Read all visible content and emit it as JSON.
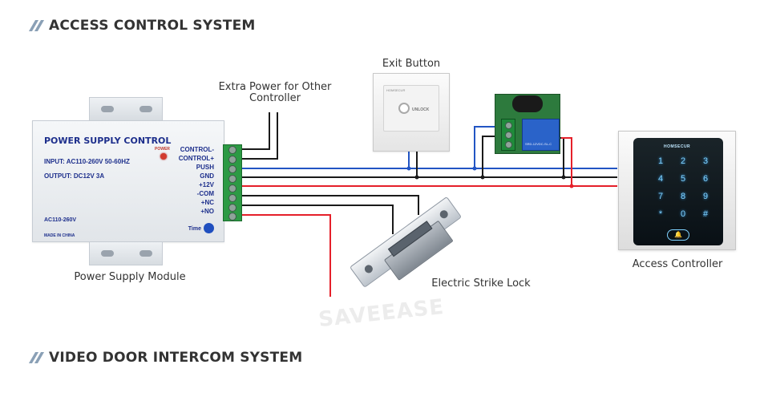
{
  "sections": {
    "access": "ACCESS CONTROL SYSTEM",
    "intercom": "VIDEO DOOR INTERCOM SYSTEM"
  },
  "labels": {
    "extra_power": "Extra Power for Other Controller",
    "exit_button": "Exit Button",
    "psu_module": "Power Supply Module",
    "strike_lock": "Electric Strike Lock",
    "access_controller": "Access Controller"
  },
  "psu": {
    "title": "POWER SUPPLY CONTROL",
    "input": "INPUT: AC110-260V 50-60HZ",
    "output": "OUTPUT: DC12V  3A",
    "ac_range": "AC110-260V",
    "made_in": "MADE IN CHINA",
    "power_label": "POWER",
    "time_label": "Time",
    "pins": [
      "CONTROL-",
      "CONTROL+",
      "PUSH",
      "GND",
      "+12V",
      "-COM",
      "+NC",
      "+NO"
    ]
  },
  "exit_button_device": {
    "brand": "HOMSECUR",
    "text": "UNLOCK"
  },
  "relay_board": {
    "lines": [
      "SRD-12VDC-SL-C"
    ]
  },
  "controller": {
    "brand": "HOMSECUR",
    "keys": [
      "1",
      "2",
      "3",
      "4",
      "5",
      "6",
      "7",
      "8",
      "9",
      "*",
      "0",
      "#"
    ],
    "bell": "🔔"
  },
  "watermark": "SAVEEASE",
  "colors": {
    "wire_black": "#1a1a1a",
    "wire_red": "#e5202a",
    "wire_blue": "#2255c4",
    "section_accent": "#8aa0b6"
  }
}
